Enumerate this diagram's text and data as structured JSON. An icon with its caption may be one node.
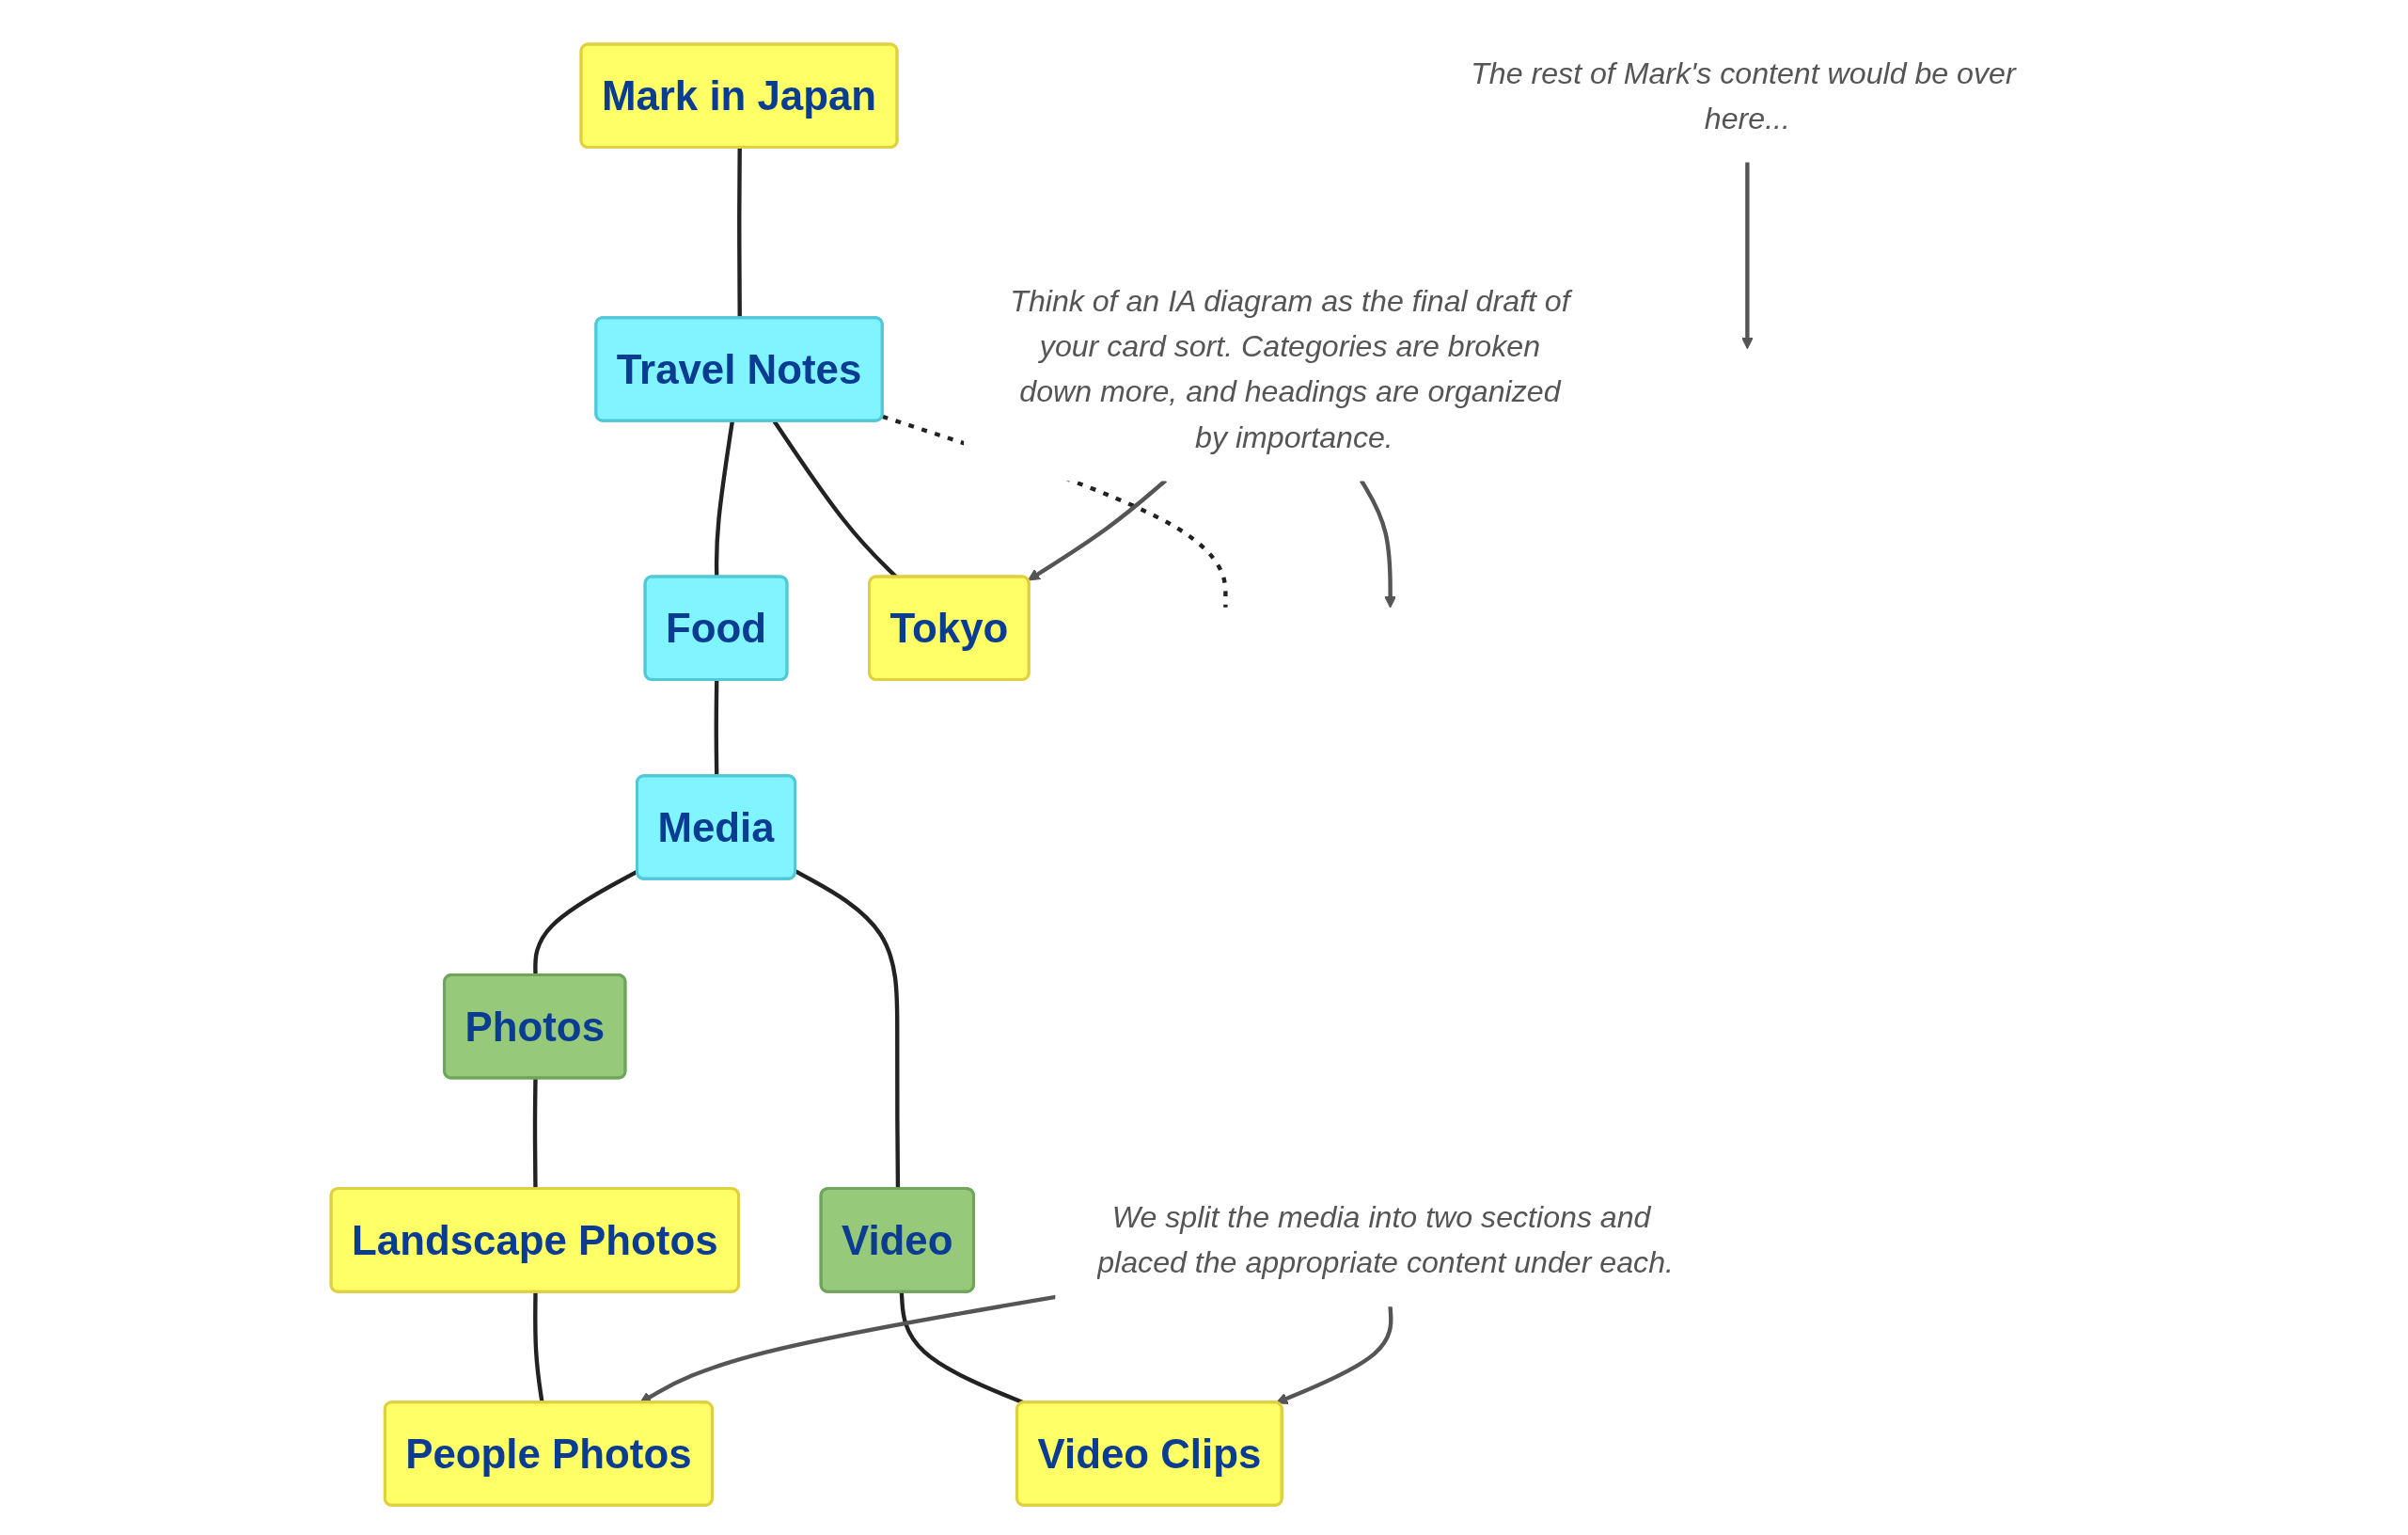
{
  "diagram": {
    "nodes": [
      {
        "text": [
          "Mark in Japan"
        ]
      },
      {
        "text": [
          "Media"
        ]
      },
      {
        "text": [
          "Food"
        ]
      },
      {
        "text": [
          "Travel Notes"
        ]
      },
      {
        "text": [
          "Photos"
        ]
      },
      {
        "text": [
          "Video"
        ]
      },
      {
        "text": [
          "Tokyo"
        ]
      },
      {
        "text": [
          "Landscape Photos"
        ]
      },
      {
        "text": [
          "Video Clips"
        ]
      },
      {
        "text": [
          "People Photos"
        ]
      },
      {
        "text": [
          "The rest of Mark's content would be over here..."
        ]
      },
      {
        "text": [
          "Think of an IA diagram as the final draft of your card sort. Categories are broken down more, and headings are organized by importance."
        ]
      },
      {
        "text": [
          "We split the media into two sections and placed the appropriate content under each."
        ]
      }
    ],
    "edges": [
      {
        "from": 0,
        "to": 3,
        "arrow": "none"
      },
      {
        "from": 2,
        "to": 1,
        "arrow": "none"
      },
      {
        "from": 3,
        "to": 2,
        "arrow": "none"
      },
      {
        "from": 3,
        "to": 6,
        "arrow": "none"
      },
      {
        "from": 1,
        "to": 4,
        "arrow": "none"
      },
      {
        "from": 1,
        "to": 5,
        "arrow": "none"
      },
      {
        "from": 4,
        "to": 7,
        "arrow": "none"
      },
      {
        "from": 7,
        "to": 9,
        "arrow": "none"
      },
      {
        "from": 5,
        "to": 8,
        "arrow": "none"
      },
      {
        "from": 3,
        "to": null,
        "arrow": "none",
        "style": "dashed"
      },
      {
        "from": 10,
        "to": null,
        "arrow": "to",
        "color": "#555555"
      },
      {
        "from": 11,
        "to": null,
        "arrow": "to",
        "color": "#555555"
      },
      {
        "from": 11,
        "to": 6,
        "arrow": "to",
        "color": "#555555"
      },
      {
        "from": 12,
        "to": 8,
        "arrow": "to",
        "color": "#555555"
      },
      {
        "from": 12,
        "to": 9,
        "arrow": "to",
        "color": "#555555"
      }
    ]
  }
}
